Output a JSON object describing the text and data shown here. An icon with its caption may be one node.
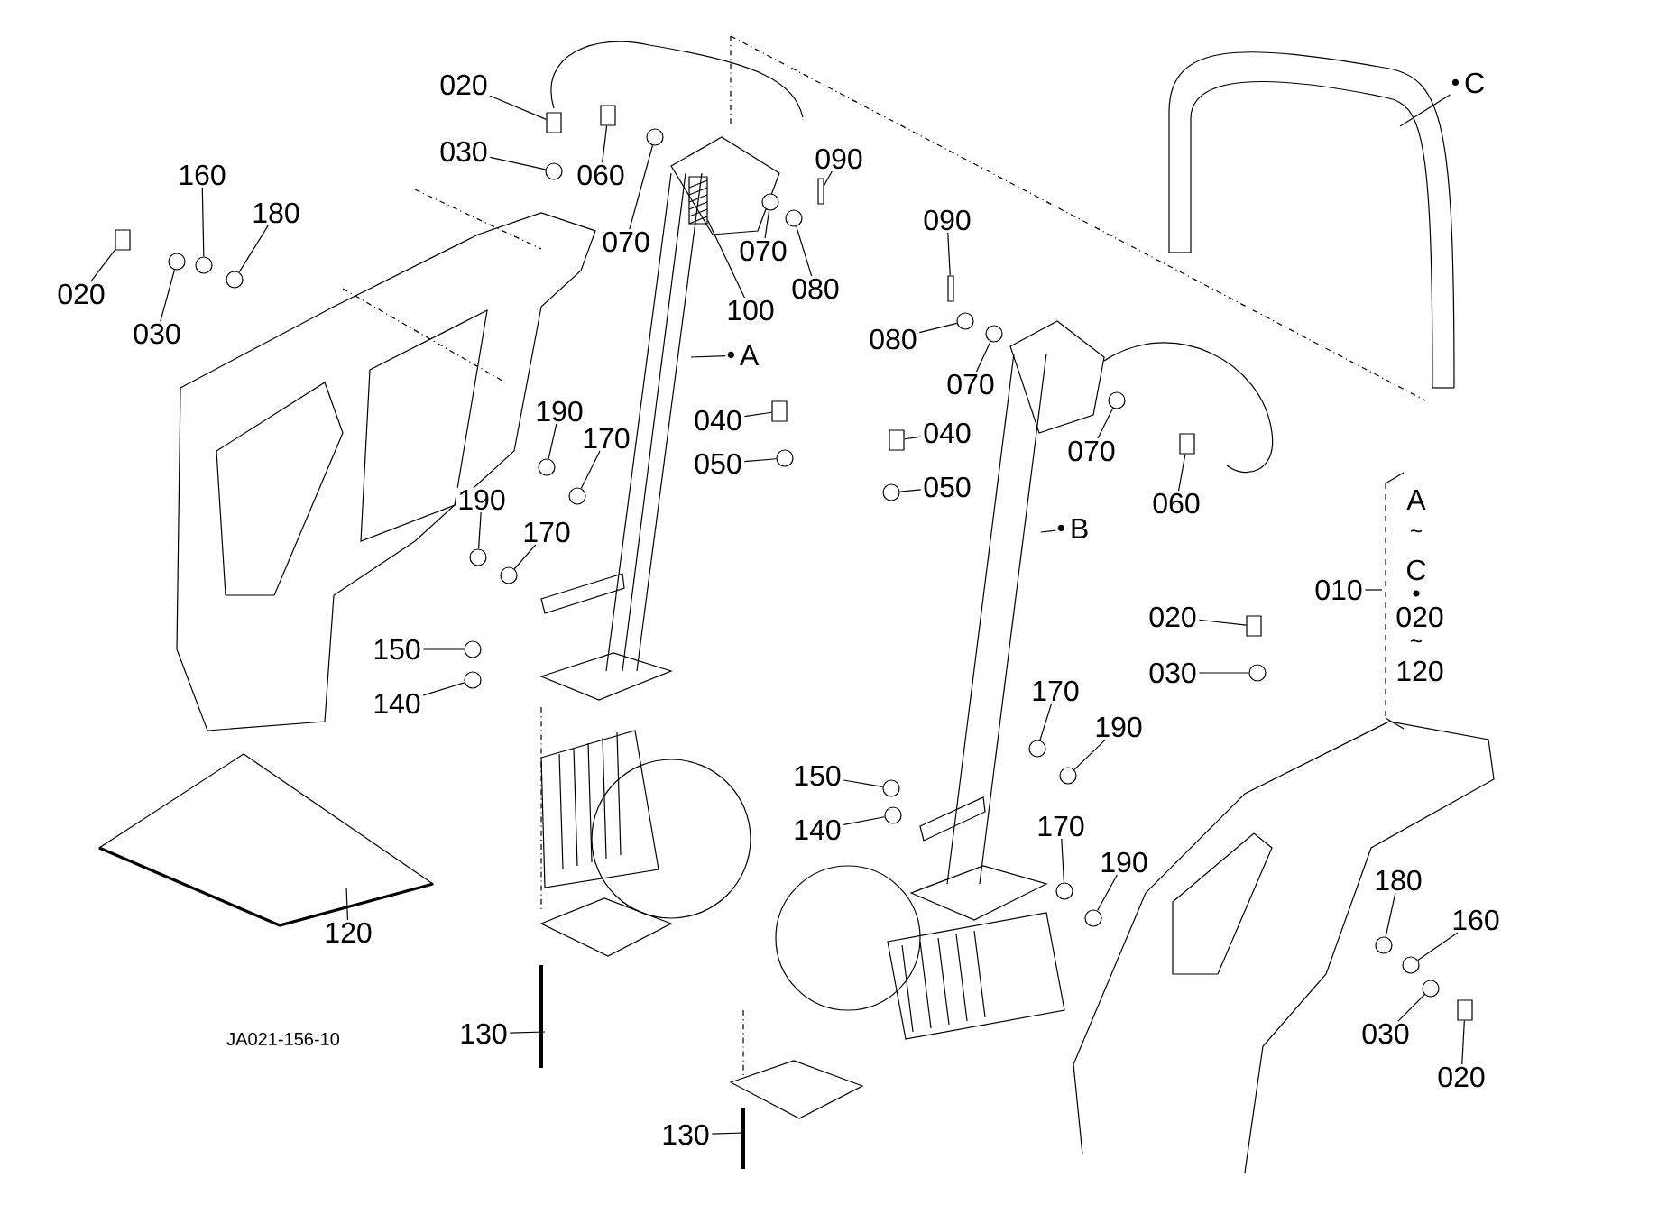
{
  "diagram": {
    "nodes": [
      {
        "text": [
          "020"
        ]
      },
      {
        "text": [
          "030"
        ]
      },
      {
        "text": [
          "060"
        ]
      },
      {
        "text": [
          "070"
        ]
      },
      {
        "text": [
          "070"
        ]
      },
      {
        "text": [
          "090"
        ]
      },
      {
        "text": [
          "080"
        ]
      },
      {
        "text": [
          "100"
        ]
      },
      {
        "text": [
          "A"
        ]
      },
      {
        "text": [
          "160"
        ]
      },
      {
        "text": [
          "180"
        ]
      },
      {
        "text": [
          "020"
        ]
      },
      {
        "text": [
          "030"
        ]
      },
      {
        "text": [
          "190"
        ]
      },
      {
        "text": [
          "170"
        ]
      },
      {
        "text": [
          "190"
        ]
      },
      {
        "text": [
          "170"
        ]
      },
      {
        "text": [
          "040"
        ]
      },
      {
        "text": [
          "050"
        ]
      },
      {
        "text": [
          "150"
        ]
      },
      {
        "text": [
          "140"
        ]
      },
      {
        "text": [
          "090"
        ]
      },
      {
        "text": [
          "080"
        ]
      },
      {
        "text": [
          "070"
        ]
      },
      {
        "text": [
          "040"
        ]
      },
      {
        "text": [
          "050"
        ]
      },
      {
        "text": [
          "070"
        ]
      },
      {
        "text": [
          "060"
        ]
      },
      {
        "text": [
          "B"
        ]
      },
      {
        "text": [
          "C"
        ]
      },
      {
        "text": [
          "020"
        ]
      },
      {
        "text": [
          "030"
        ]
      },
      {
        "text": [
          "170"
        ]
      },
      {
        "text": [
          "190"
        ]
      },
      {
        "text": [
          "150"
        ]
      },
      {
        "text": [
          "140"
        ]
      },
      {
        "text": [
          "170"
        ]
      },
      {
        "text": [
          "190"
        ]
      },
      {
        "text": [
          "180"
        ]
      },
      {
        "text": [
          "160"
        ]
      },
      {
        "text": [
          "030"
        ]
      },
      {
        "text": [
          "020"
        ]
      },
      {
        "text": [
          "120"
        ]
      },
      {
        "text": [
          "130"
        ]
      },
      {
        "text": [
          "130"
        ]
      },
      {
        "text": [
          "010"
        ]
      },
      {
        "text": [],
        "shape": "box"
      },
      {
        "text": [],
        "shape": "circle"
      },
      {
        "text": [],
        "shape": "box"
      },
      {
        "text": [],
        "shape": "circle"
      },
      {
        "text": [],
        "shape": "circle"
      },
      {
        "text": [],
        "shape": "circle"
      },
      {
        "text": [],
        "shape": "circle"
      },
      {
        "text": [],
        "shape": "circle"
      },
      {
        "text": [],
        "shape": "box"
      },
      {
        "text": [],
        "shape": "circle"
      },
      {
        "text": [],
        "shape": "circle"
      },
      {
        "text": [],
        "shape": "circle"
      },
      {
        "text": [],
        "shape": "circle"
      },
      {
        "text": [],
        "shape": "circle"
      },
      {
        "text": [],
        "shape": "box"
      },
      {
        "text": [],
        "shape": "circle"
      },
      {
        "text": [],
        "shape": "circle"
      },
      {
        "text": [],
        "shape": "circle"
      },
      {
        "text": [],
        "shape": "circle"
      },
      {
        "text": [],
        "shape": "circle"
      },
      {
        "text": [],
        "shape": "box"
      },
      {
        "text": [],
        "shape": "circle"
      },
      {
        "text": [],
        "shape": "circle"
      },
      {
        "text": [],
        "shape": "box"
      },
      {
        "text": [],
        "shape": "box"
      },
      {
        "text": [],
        "shape": "circle"
      },
      {
        "text": [],
        "shape": "circle"
      },
      {
        "text": [],
        "shape": "circle"
      },
      {
        "text": [],
        "shape": "circle"
      },
      {
        "text": [],
        "shape": "circle"
      },
      {
        "text": [],
        "shape": "circle"
      },
      {
        "text": [],
        "shape": "circle"
      },
      {
        "text": [],
        "shape": "circle"
      },
      {
        "text": [],
        "shape": "circle"
      },
      {
        "text": [],
        "shape": "circle"
      },
      {
        "text": [],
        "shape": "box"
      },
      {
        "text": [],
        "shape": "box"
      },
      {
        "text": [],
        "shape": "bar"
      },
      {
        "text": [],
        "shape": "bar"
      }
    ],
    "edges": [
      {
        "from": 0,
        "to": 46,
        "arrow": "none"
      },
      {
        "from": 1,
        "to": 47,
        "arrow": "none"
      },
      {
        "from": 2,
        "to": 48,
        "arrow": "none"
      },
      {
        "from": 3,
        "to": 49,
        "arrow": "none"
      },
      {
        "from": 4,
        "to": 50,
        "arrow": "none"
      },
      {
        "from": 5,
        "to": 83,
        "arrow": "none"
      },
      {
        "from": 6,
        "to": 51,
        "arrow": "none"
      },
      {
        "from": 7,
        "to": 82,
        "arrow": "none"
      },
      {
        "from": null,
        "to": 8,
        "arrow": "none"
      },
      {
        "from": 9,
        "to": 52,
        "arrow": "none"
      },
      {
        "from": 10,
        "to": 53,
        "arrow": "none"
      },
      {
        "from": 11,
        "to": 54,
        "arrow": "none"
      },
      {
        "from": 12,
        "to": 55,
        "arrow": "none"
      },
      {
        "from": 13,
        "to": 56,
        "arrow": "none"
      },
      {
        "from": 14,
        "to": 57,
        "arrow": "none"
      },
      {
        "from": 15,
        "to": 58,
        "arrow": "none"
      },
      {
        "from": 16,
        "to": 59,
        "arrow": "none"
      },
      {
        "from": 17,
        "to": 60,
        "arrow": "none"
      },
      {
        "from": 18,
        "to": 61,
        "arrow": "none"
      },
      {
        "from": 19,
        "to": 62,
        "arrow": "none"
      },
      {
        "from": 20,
        "to": 63,
        "arrow": "none"
      },
      {
        "from": 21,
        "to": 84,
        "arrow": "none"
      },
      {
        "from": 22,
        "to": 64,
        "arrow": "none"
      },
      {
        "from": 23,
        "to": 65,
        "arrow": "none"
      },
      {
        "from": 24,
        "to": 66,
        "arrow": "none"
      },
      {
        "from": 25,
        "to": 67,
        "arrow": "none"
      },
      {
        "from": 26,
        "to": 68,
        "arrow": "none"
      },
      {
        "from": 27,
        "to": 69,
        "arrow": "none"
      },
      {
        "from": null,
        "to": 28,
        "arrow": "none"
      },
      {
        "from": null,
        "to": 29,
        "arrow": "none"
      },
      {
        "from": 30,
        "to": 70,
        "arrow": "none"
      },
      {
        "from": 31,
        "to": 71,
        "arrow": "none"
      },
      {
        "from": 32,
        "to": 72,
        "arrow": "none"
      },
      {
        "from": 33,
        "to": 73,
        "arrow": "none"
      },
      {
        "from": 34,
        "to": 74,
        "arrow": "none"
      },
      {
        "from": 35,
        "to": 75,
        "arrow": "none"
      },
      {
        "from": 36,
        "to": 76,
        "arrow": "none"
      },
      {
        "from": 37,
        "to": 77,
        "arrow": "none"
      },
      {
        "from": 38,
        "to": 78,
        "arrow": "none"
      },
      {
        "from": 39,
        "to": 79,
        "arrow": "none"
      },
      {
        "from": 40,
        "to": 80,
        "arrow": "none"
      },
      {
        "from": 41,
        "to": 81,
        "arrow": "none"
      },
      {
        "from": 42,
        "to": null,
        "arrow": "none"
      },
      {
        "from": 43,
        "to": null,
        "arrow": "none"
      },
      {
        "from": 44,
        "to": null,
        "arrow": "none"
      },
      {
        "from": 45,
        "to": null,
        "arrow": "none"
      }
    ],
    "labels": [
      "A",
      "~",
      "C",
      "020",
      "~",
      "120",
      "JA021-156-10"
    ]
  }
}
